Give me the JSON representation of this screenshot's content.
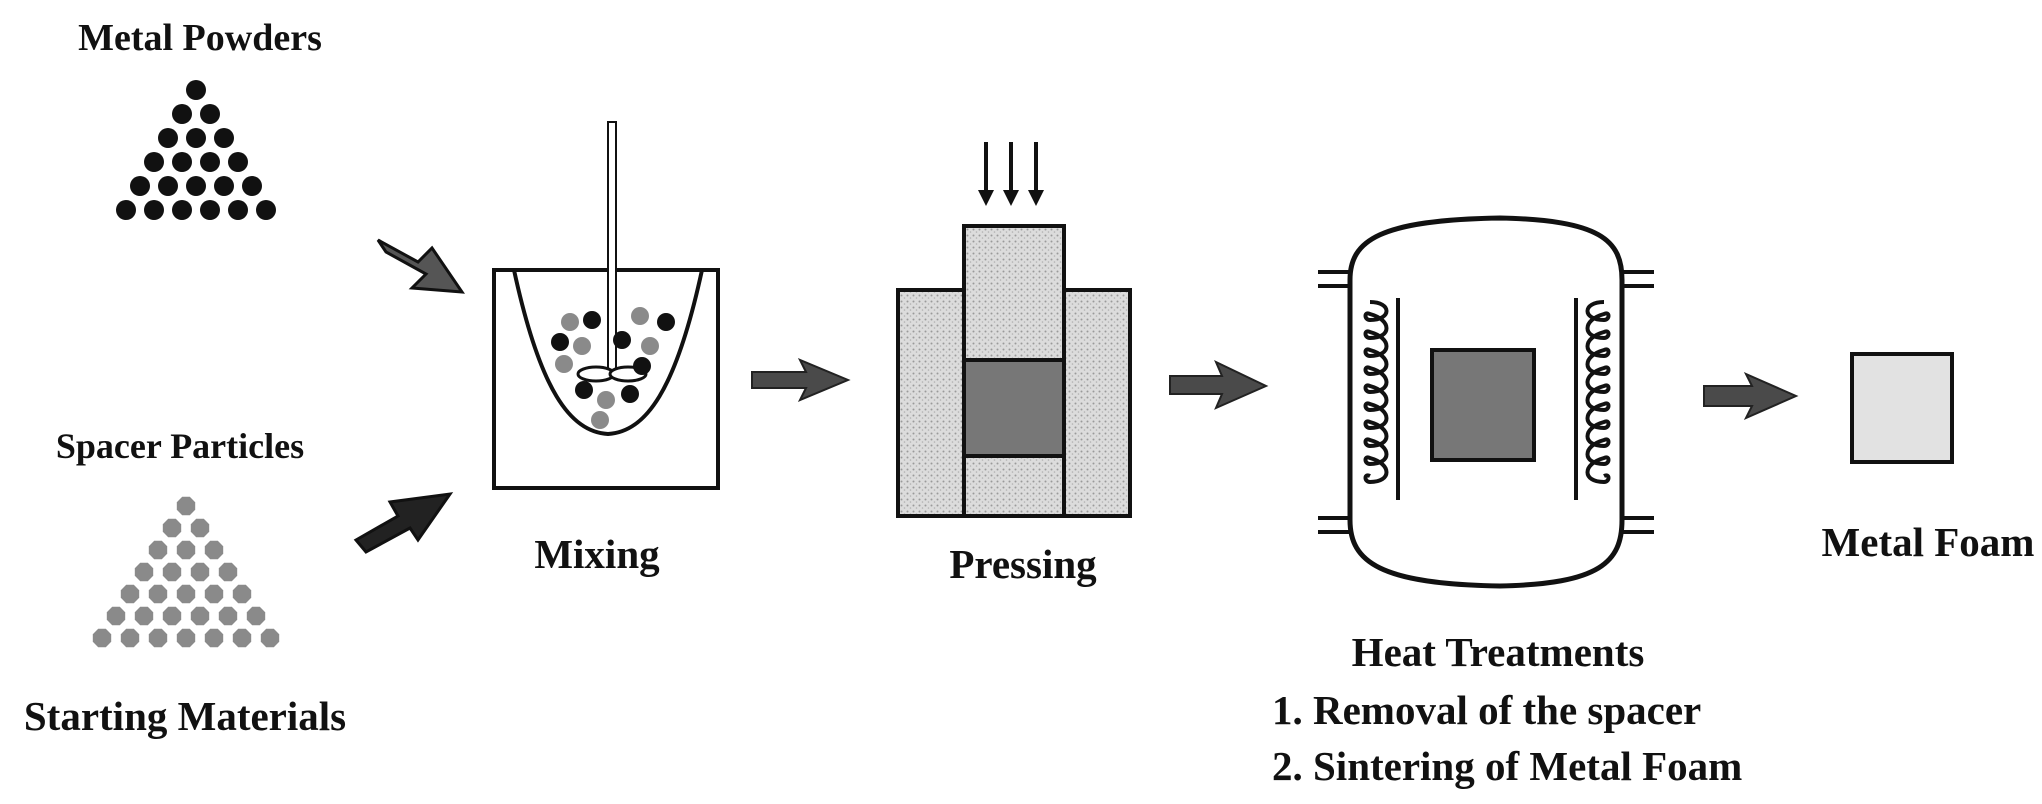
{
  "labels": {
    "metal_powders": "Metal Powders",
    "spacer_particles": "Spacer Particles",
    "starting_materials": "Starting Materials",
    "mixing": "Mixing",
    "pressing": "Pressing",
    "metal_foam": "Metal Foam",
    "heat_treatments": "Heat Treatments",
    "step_1": "1. Removal of the spacer",
    "step_2": "2. Sintering of Metal Foam"
  },
  "colors": {
    "metal_particle": "#111111",
    "spacer_particle": "#8a8a8a",
    "compact": "#777777",
    "foam": "#e2e2e2",
    "stipple": "#d8d8d8"
  }
}
